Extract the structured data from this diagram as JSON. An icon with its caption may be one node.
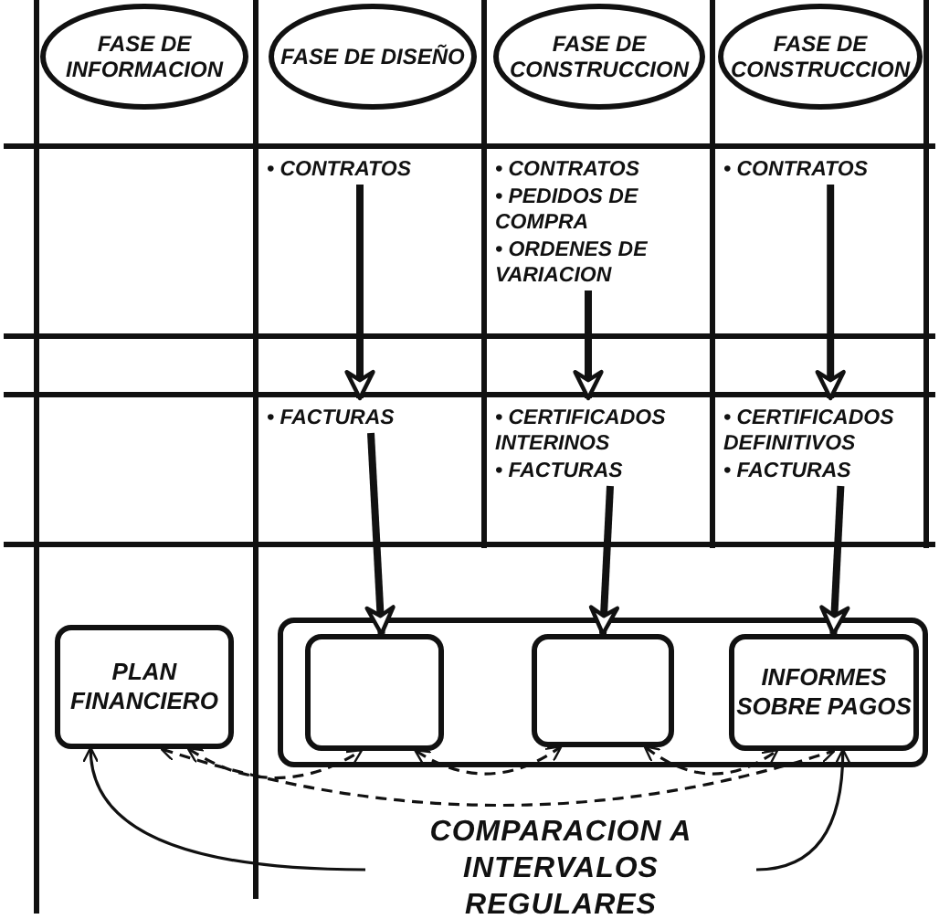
{
  "diagram": {
    "nodes": [
      {
        "text": [
          "FASE DE INFORMACION"
        ]
      },
      {
        "text": [
          "FASE DE DISEÑO"
        ]
      },
      {
        "text": [
          "FASE DE CONSTRUCCION"
        ]
      },
      {
        "text": [
          "FASE DE CONSTRUCCION"
        ]
      },
      {
        "text": [
          "• CONTRATOS"
        ]
      },
      {
        "text": [
          "• CONTRATOS",
          "• PEDIDOS DE COMPRA",
          "• ORDENES DE VARIACION"
        ]
      },
      {
        "text": [
          "• CONTRATOS"
        ]
      },
      {
        "text": [
          "• FACTURAS"
        ]
      },
      {
        "text": [
          "• CERTIFICADOS INTERINOS",
          "• FACTURAS"
        ]
      },
      {
        "text": [
          "• CERTIFICADOS DEFINITIVOS",
          "• FACTURAS"
        ]
      },
      {
        "text": [
          "PLAN FINANCIERO"
        ]
      },
      {
        "text": [],
        "shape": "box"
      },
      {
        "text": [],
        "shape": "box",
        "in": 11
      },
      {
        "text": [],
        "shape": "box",
        "in": 11
      },
      {
        "text": [
          "INFORMES SOBRE PAGOS"
        ],
        "in": 11
      },
      {
        "text": [
          "COMPARACION A INTERVALOS REGULARES"
        ]
      }
    ],
    "edges": [
      {
        "from": 4,
        "to": 7,
        "arrow": "to",
        "style": "thick"
      },
      {
        "from": 5,
        "to": 8,
        "arrow": "to",
        "style": "thick"
      },
      {
        "from": 6,
        "to": 9,
        "arrow": "to",
        "style": "thick"
      },
      {
        "from": 7,
        "to": 12,
        "arrow": "to",
        "style": "thick"
      },
      {
        "from": 8,
        "to": 13,
        "arrow": "to",
        "style": "thick"
      },
      {
        "from": 9,
        "to": 14,
        "arrow": "to",
        "style": "thick"
      },
      {
        "from": 10,
        "to": 12,
        "arrow": "both",
        "style": "dashed"
      },
      {
        "from": 12,
        "to": 13,
        "arrow": "both",
        "style": "dashed"
      },
      {
        "from": 13,
        "to": 14,
        "arrow": "both",
        "style": "dashed"
      },
      {
        "from": 10,
        "to": 14,
        "arrow": "both",
        "style": "dashed"
      },
      {
        "from": 15,
        "to": 10,
        "arrow": "to"
      },
      {
        "from": 15,
        "to": 14,
        "arrow": "to"
      }
    ]
  }
}
